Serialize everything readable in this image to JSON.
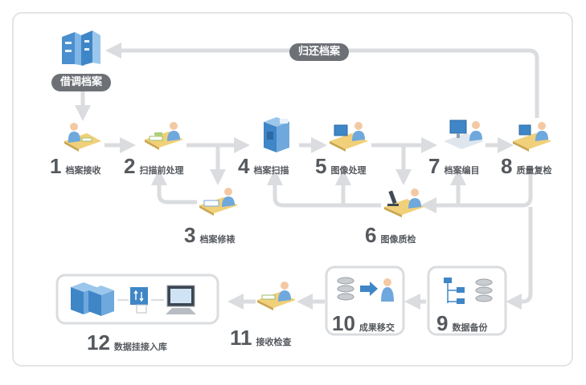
{
  "borrow": "借调档案",
  "return": "归还档案",
  "steps": [
    {
      "num": "1",
      "label": "档案接收"
    },
    {
      "num": "2",
      "label": "扫描前处理"
    },
    {
      "num": "3",
      "label": "档案修裱"
    },
    {
      "num": "4",
      "label": "档案扫描"
    },
    {
      "num": "5",
      "label": "图像处理"
    },
    {
      "num": "6",
      "label": "图像质检"
    },
    {
      "num": "7",
      "label": "档案编目"
    },
    {
      "num": "8",
      "label": "质量复检"
    },
    {
      "num": "9",
      "label": "数据备份"
    },
    {
      "num": "10",
      "label": "成果移交"
    },
    {
      "num": "11",
      "label": "接收检查"
    },
    {
      "num": "12",
      "label": "数据挂接入库"
    }
  ],
  "colors": {
    "arrow": "#dadcdf",
    "pill": "#6d7176",
    "text": "#55595e",
    "accent": "#3f8fd0"
  },
  "icons": [
    "archive-shelf-icon",
    "worker-desk-icon",
    "scanner-icon",
    "monitor-icon",
    "microscope-icon",
    "server-rack-icon",
    "folder-tree-icon"
  ]
}
